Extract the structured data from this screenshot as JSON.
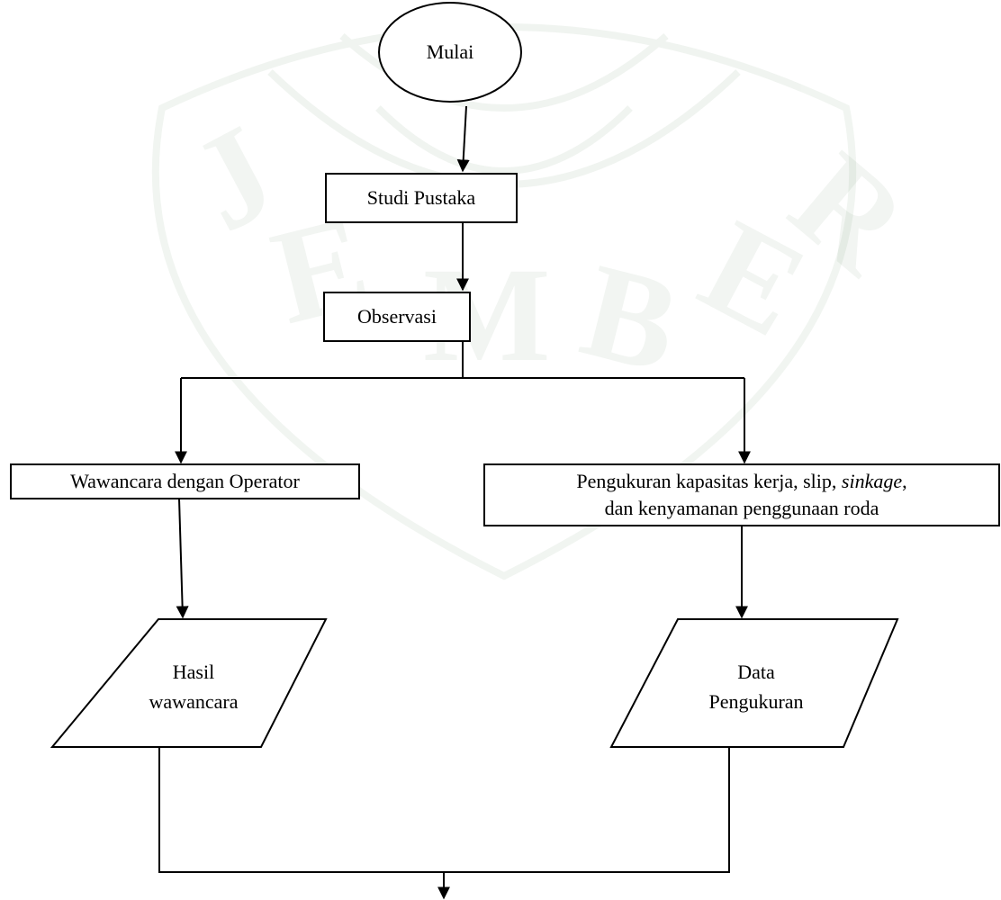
{
  "nodes": {
    "start": "Mulai",
    "literature": "Studi Pustaka",
    "observation": "Observasi",
    "interview": "Wawancara dengan Operator",
    "measurement": {
      "line1_before": "Pengukuran kapasitas kerja, slip, ",
      "line1_italic": "sinkage",
      "line1_after": ",",
      "line2": "dan kenyamanan penggunaan roda"
    },
    "interview_result": "Hasil\nwawancara",
    "measurement_data": "Data\nPengukuran"
  },
  "watermark_text": "JEMBER"
}
